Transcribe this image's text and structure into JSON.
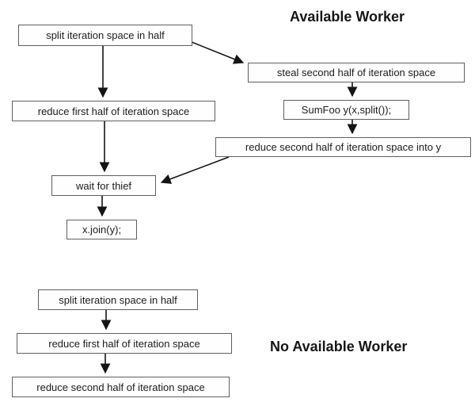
{
  "diagram": {
    "type": "flowchart",
    "sections": {
      "available_worker": {
        "title": "Available Worker",
        "nodes": {
          "split": "split iteration space in half",
          "reduce_first": "reduce first half of iteration space",
          "steal": "steal second half of iteration space",
          "sumfoo": "SumFoo y(x,split());",
          "reduce_second_into_y": "reduce second half of iteration space into y",
          "wait_for_thief": "wait for thief",
          "join": "x.join(y);"
        }
      },
      "no_available_worker": {
        "title": "No Available Worker",
        "nodes": {
          "split": "split iteration space in half",
          "reduce_first": "reduce first half of iteration space",
          "reduce_second": "reduce second half of iteration space"
        }
      }
    },
    "colors": {
      "background": "#ffffff",
      "box_border": "#606060",
      "text": "#1c1c1c",
      "arrow": "#141414"
    }
  }
}
